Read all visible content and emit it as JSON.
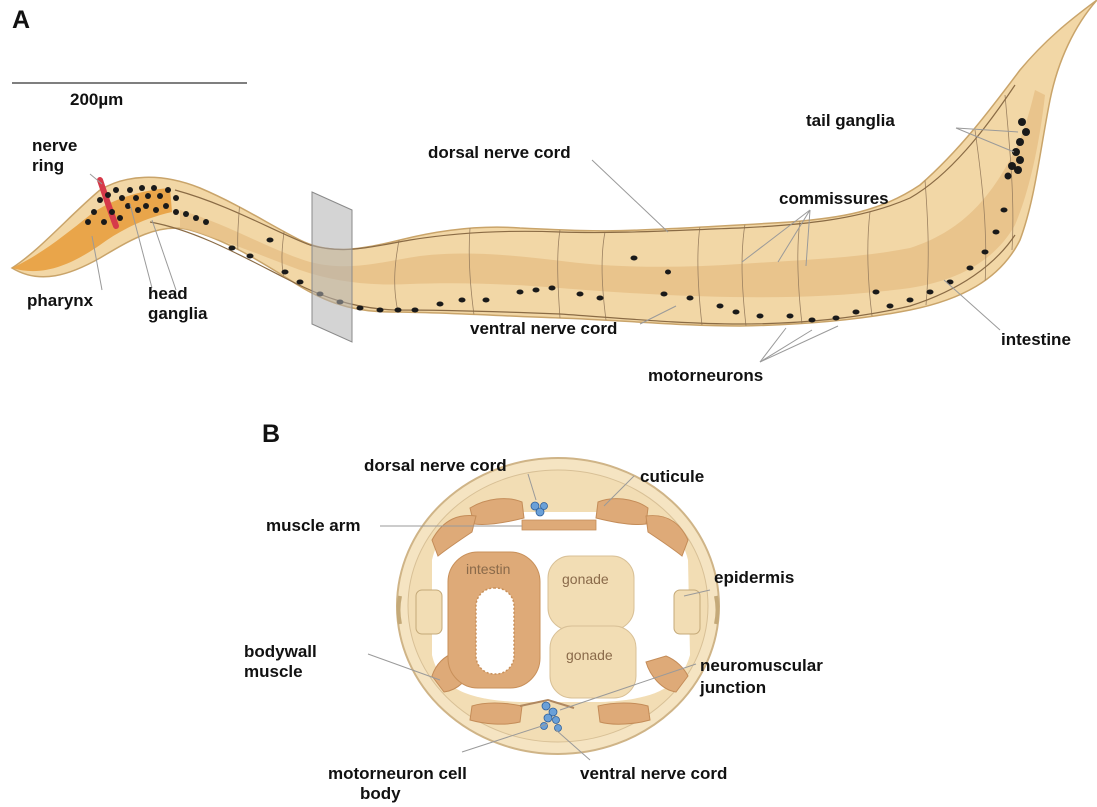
{
  "panel_a": {
    "letter": "A",
    "scale_bar_label": "200µm",
    "labels": {
      "nerve_ring_1": "nerve",
      "nerve_ring_2": "ring",
      "pharynx": "pharynx",
      "head_ganglia_1": "head",
      "head_ganglia_2": "ganglia",
      "dorsal_nerve_cord": "dorsal nerve cord",
      "ventral_nerve_cord": "ventral nerve cord",
      "commissures": "commissures",
      "tail_ganglia": "tail ganglia",
      "intestine": "intestine",
      "motorneurons": "motorneurons"
    }
  },
  "panel_b": {
    "letter": "B",
    "labels": {
      "dorsal_nerve_cord": "dorsal nerve cord",
      "cuticule": "cuticule",
      "muscle_arm": "muscle arm",
      "epidermis": "epidermis",
      "bodywall_muscle_1": "bodywall",
      "bodywall_muscle_2": "muscle",
      "neuromuscular_junction_1": "neuromuscular",
      "neuromuscular_junction_2": "junction",
      "motorneuron_cell_body_1": "motorneuron cell",
      "motorneuron_cell_body_2": "body",
      "ventral_nerve_cord": "ventral nerve cord"
    },
    "inner_labels": {
      "intestin": "intestin",
      "gonade_top": "gonade",
      "gonade_bottom": "gonade"
    }
  },
  "colors": {
    "body_fill": "#f2d7a6",
    "body_edge": "#c9a46a",
    "pharynx": "#e8a040",
    "nerve_ring": "#d63a4a",
    "neuron": "#1a1a1a",
    "muscle": "#deaa78",
    "nerve_blue": "#6aa0d8"
  }
}
